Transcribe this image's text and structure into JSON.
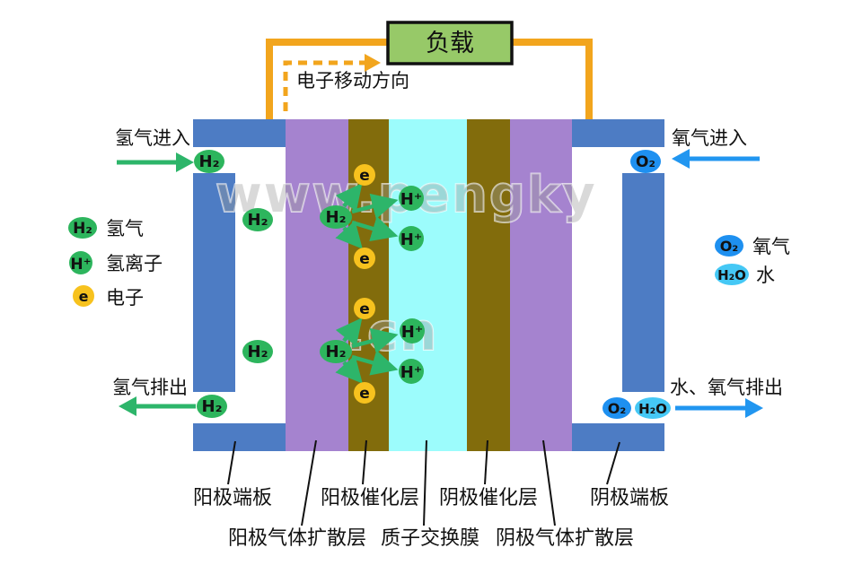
{
  "colors": {
    "end_plate_blue": "#4d7cc4",
    "gas_diffusion_purple": "#a583cf",
    "catalyst_olive": "#826c0c",
    "membrane_cyan": "#9cfcfc",
    "wire_orange": "#f2a51d",
    "load_green": "#97c968",
    "molecule_green": "#2db55d",
    "electron_yellow": "#f7c21e",
    "o2_blue": "#1e90f0",
    "h2o_blue": "#45c8f5",
    "flow_arrow_green": "#2db56a",
    "flow_arrow_blue": "#2196f0"
  },
  "load": {
    "label": "负载"
  },
  "electron_direction_label": "电子移动方向",
  "watermark": {
    "main": "www.pengky",
    "suffix": ".cn"
  },
  "flows": {
    "h2_in": "氢气进入",
    "h2_out": "氢气排出",
    "o2_in": "氧气进入",
    "water_o2_out": "水、氧气排出"
  },
  "legend_left": {
    "h2": {
      "symbol": "H₂",
      "label": "氢气"
    },
    "h_ion": {
      "symbol": "H⁺",
      "label": "氢离子"
    },
    "electron": {
      "symbol": "e",
      "label": "电子"
    }
  },
  "legend_right": {
    "o2": {
      "symbol": "O₂",
      "label": "氧气"
    },
    "h2o": {
      "symbol": "H₂O",
      "label": "水"
    }
  },
  "molecules": {
    "h2": "H₂",
    "h_plus": "H⁺",
    "electron": "e",
    "o2": "O₂",
    "h2o": "H₂O"
  },
  "layer_labels": {
    "anode_plate": "阳极端板",
    "anode_gdl": "阳极气体扩散层",
    "anode_catalyst": "阳极催化层",
    "membrane": "质子交换膜",
    "cathode_catalyst": "阴极催化层",
    "cathode_gdl": "阴极气体扩散层",
    "cathode_plate": "阴极端板"
  }
}
